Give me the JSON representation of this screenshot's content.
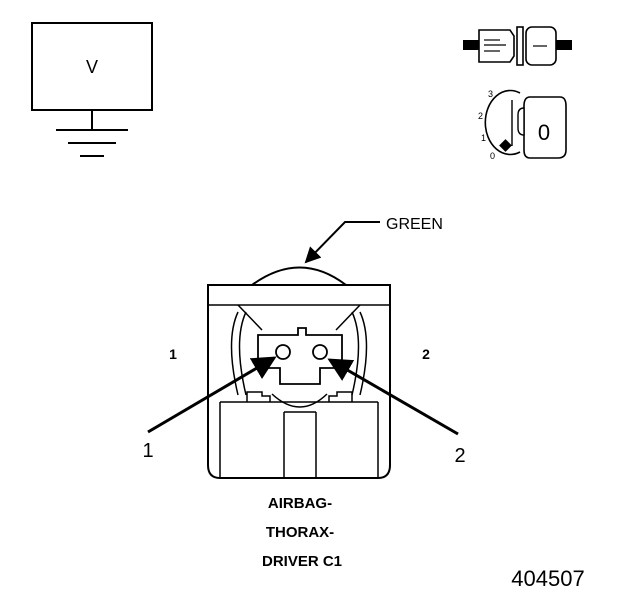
{
  "voltmeter": {
    "symbol": "V"
  },
  "ignition": {
    "scale": [
      "0",
      "1",
      "2",
      "3"
    ],
    "key_position": "0"
  },
  "connector": {
    "color_label": "GREEN",
    "side_left": "1",
    "side_right": "2",
    "callout_left": "1",
    "callout_right": "2",
    "name_line1": "AIRBAG-",
    "name_line2": "THORAX-",
    "name_line3": "DRIVER C1"
  },
  "figure_number": "404507",
  "colors": {
    "ink": "#000000",
    "paper": "#ffffff"
  }
}
